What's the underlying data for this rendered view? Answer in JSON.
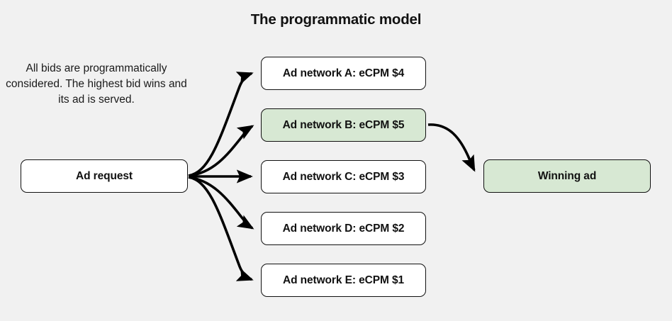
{
  "page": {
    "background_color": "#f1f1f1",
    "title": "The programmatic model"
  },
  "caption": {
    "text": "All bids are programmatically considered. The highest bid wins and its ad is served."
  },
  "colors": {
    "node_fill_default": "#ffffff",
    "node_fill_highlight": "#d7e8d3",
    "node_stroke": "#111111",
    "edge_stroke": "#000000",
    "text": "#111111"
  },
  "nodes": {
    "request": {
      "label": "Ad request",
      "highlighted": false
    },
    "network_a": {
      "label": "Ad network A: eCPM $4",
      "highlighted": false,
      "ecpm": 4
    },
    "network_b": {
      "label": "Ad network B: eCPM $5",
      "highlighted": true,
      "ecpm": 5
    },
    "network_c": {
      "label": "Ad network C: eCPM $3",
      "highlighted": false,
      "ecpm": 3
    },
    "network_d": {
      "label": "Ad network D: eCPM $2",
      "highlighted": false,
      "ecpm": 2
    },
    "network_e": {
      "label": "Ad network E: eCPM $1",
      "highlighted": false,
      "ecpm": 1
    },
    "winner": {
      "label": "Winning ad",
      "highlighted": true
    }
  },
  "edges": [
    {
      "from": "request",
      "to": "network_a",
      "style": "curved-arrow"
    },
    {
      "from": "request",
      "to": "network_b",
      "style": "curved-arrow"
    },
    {
      "from": "request",
      "to": "network_c",
      "style": "straight-arrow"
    },
    {
      "from": "request",
      "to": "network_d",
      "style": "curved-arrow"
    },
    {
      "from": "request",
      "to": "network_e",
      "style": "curved-arrow"
    },
    {
      "from": "network_b",
      "to": "winner",
      "style": "curved-arrow"
    }
  ]
}
